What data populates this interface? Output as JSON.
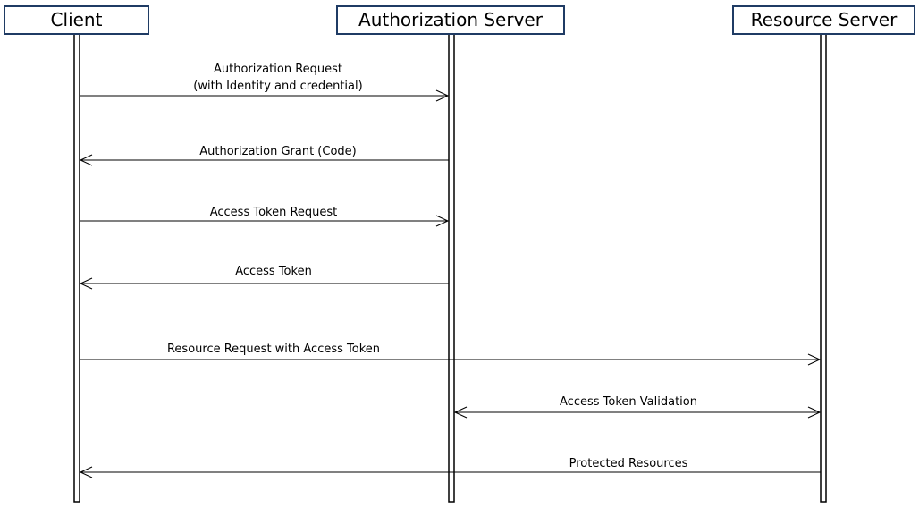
{
  "actors": [
    {
      "id": "client",
      "label": "Client"
    },
    {
      "id": "auth",
      "label": "Authorization Server"
    },
    {
      "id": "resource",
      "label": "Resource Server"
    }
  ],
  "messages": [
    {
      "from": "client",
      "to": "auth",
      "direction": "right",
      "label_line1": "Authorization Request",
      "label_line2": "(with Identity and credential)"
    },
    {
      "from": "auth",
      "to": "client",
      "direction": "left",
      "label_line1": "Authorization Grant (Code)"
    },
    {
      "from": "client",
      "to": "auth",
      "direction": "right",
      "label_line1": "Access Token Request"
    },
    {
      "from": "auth",
      "to": "client",
      "direction": "left",
      "label_line1": "Access Token"
    },
    {
      "from": "client",
      "to": "resource",
      "direction": "right",
      "label_line1": "Resource Request with Access Token"
    },
    {
      "from": "auth",
      "to": "resource",
      "direction": "both",
      "label_line1": "Access Token Validation"
    },
    {
      "from": "resource",
      "to": "client",
      "direction": "left",
      "label_line1": "Protected Resources"
    }
  ],
  "colors": {
    "actor_border": "#1f3b64",
    "line": "#000000"
  }
}
